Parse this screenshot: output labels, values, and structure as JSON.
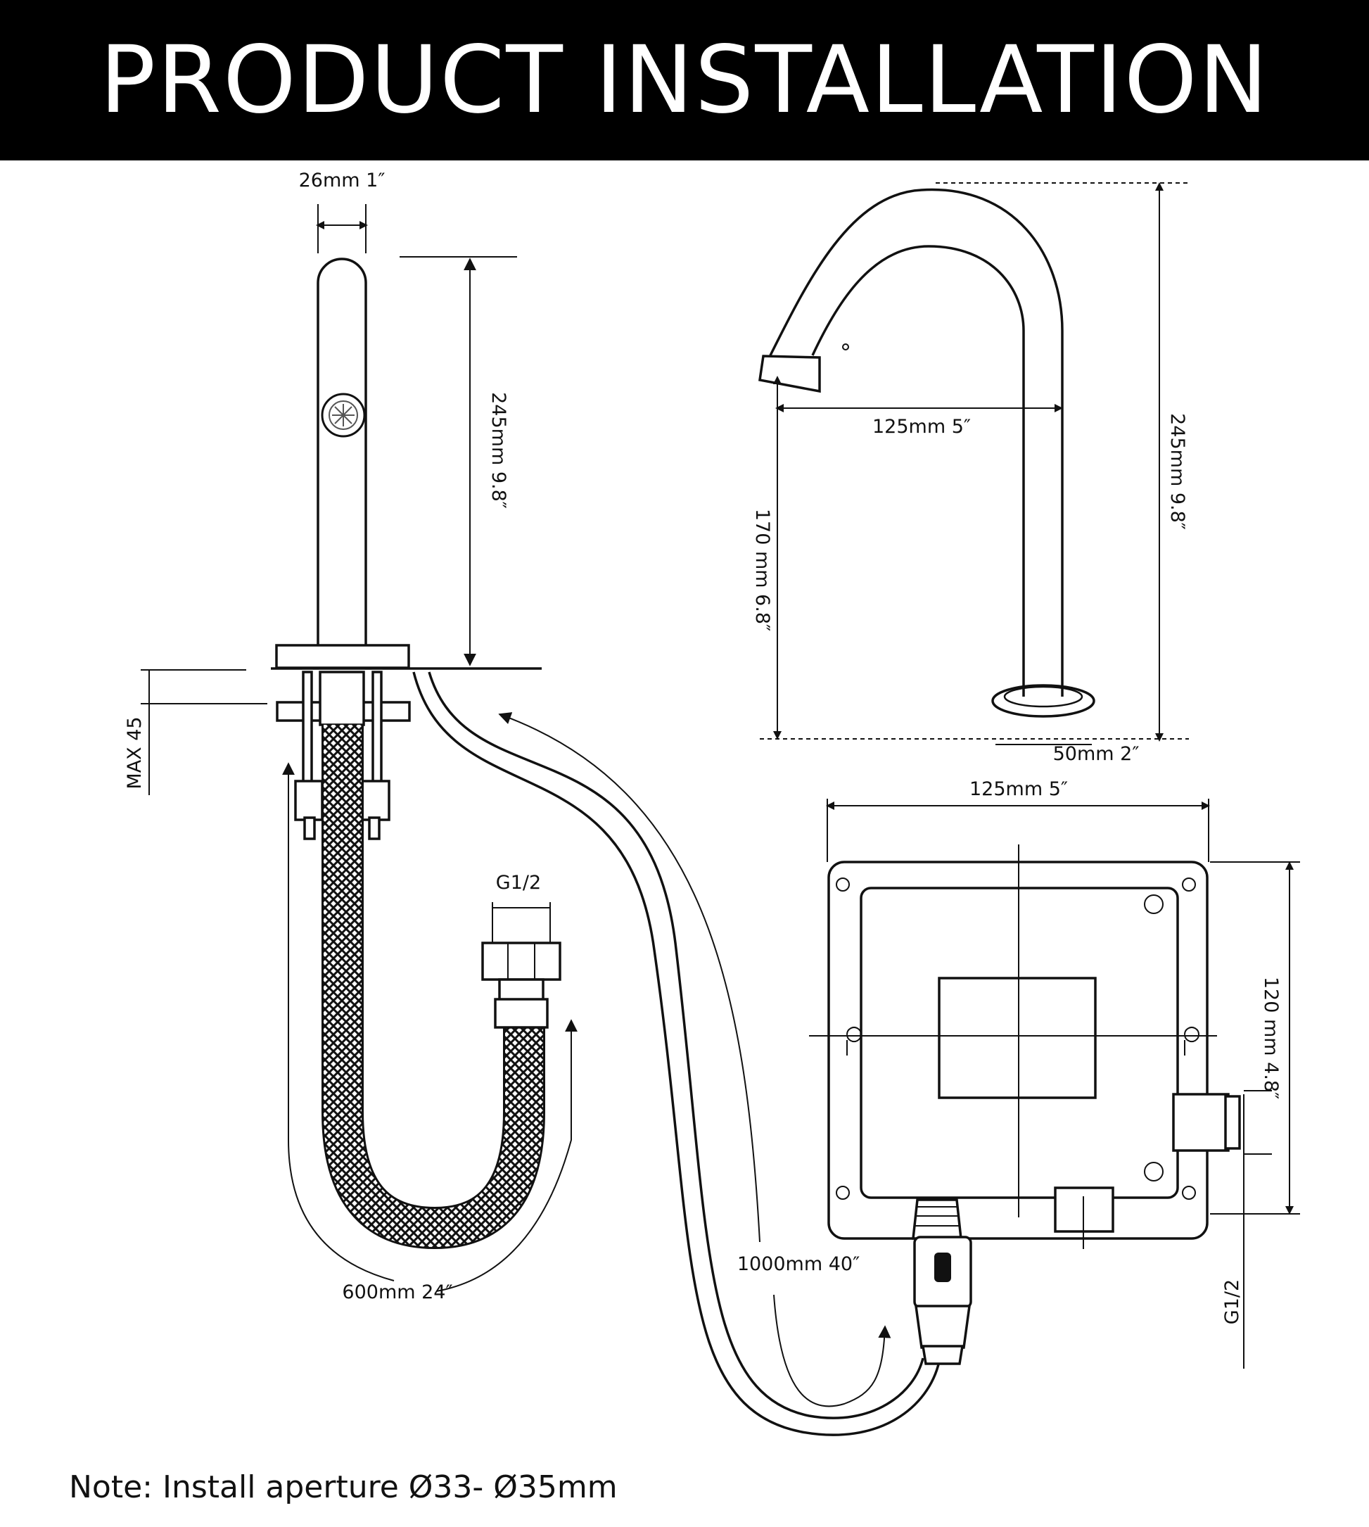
{
  "header": {
    "title": "PRODUCT INSTALLATION"
  },
  "dimensions": {
    "spout_width": "26mm 1″",
    "spout_height_left": "245mm 9.8″",
    "spout_height_right": "245mm 9.8″",
    "spout_reach": "125mm 5″",
    "outlet_height": "170 mm 6.8″",
    "base_diameter": "50mm 2″",
    "max_thickness": "MAX 45",
    "hose_thread": "G1/2",
    "hose_length": "600mm 24″",
    "cable_length": "1000mm 40″",
    "box_width": "125mm 5″",
    "box_height": "120 mm 4.8″",
    "box_thread": "G1/2"
  },
  "note": "Note: Install aperture Ø33- Ø35mm"
}
